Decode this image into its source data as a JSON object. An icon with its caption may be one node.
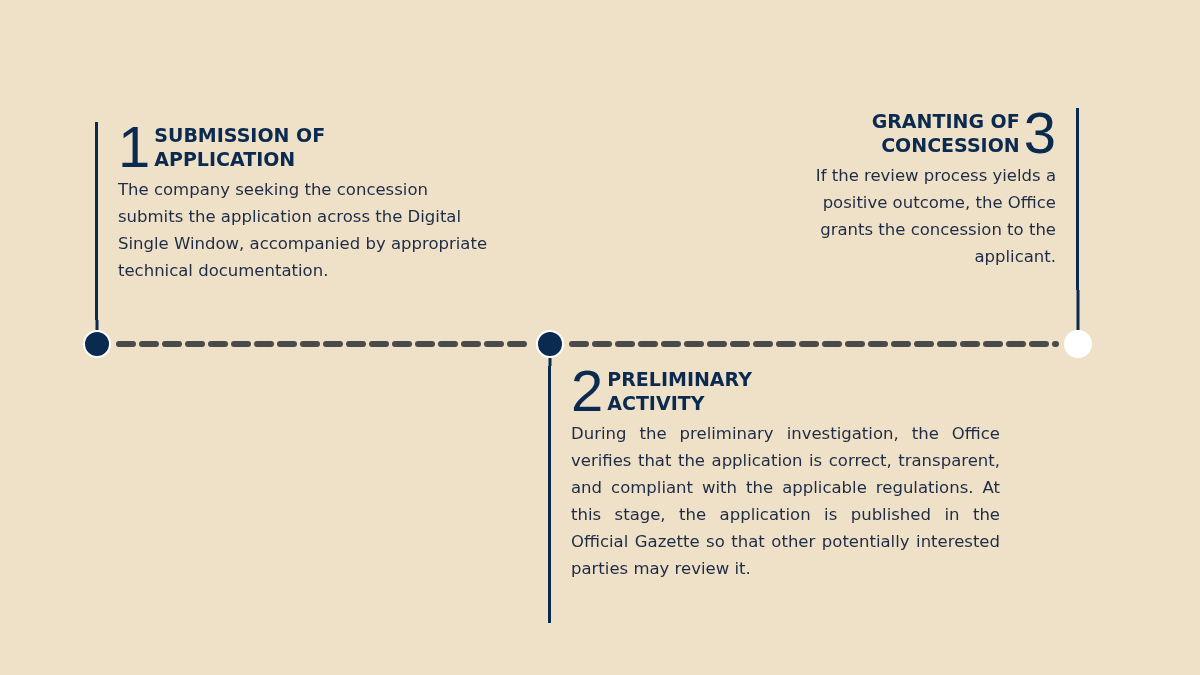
{
  "diagram": {
    "nodes": [
      {
        "text": [
          "1",
          "SUBMISSION OF APPLICATION",
          "The company seeking the concession submits the application across the Digital Single Window, accompanied by appropriate technical documentation."
        ]
      },
      {
        "text": [
          "GRANTING OF CONCESSION",
          "3",
          "If the review process yields a positive outcome, the Office grants the concession to the applicant."
        ]
      },
      {
        "text": [],
        "shape": "circle"
      },
      {
        "text": [],
        "shape": "circle"
      },
      {
        "text": [],
        "shape": "circle"
      },
      {
        "text": [
          "2",
          "PRELIMINARY ACTIVITY",
          "During the preliminary investigation, the Office verifies that the application is correct, transparent, and compliant with the applicable regulations. At this stage, the application is published in the Official Gazette so that other potentially interested parties may review it."
        ]
      }
    ],
    "edges": [
      {
        "from": 2,
        "to": 3,
        "arrow": "none",
        "style": "dashed",
        "color": "#4a4a4a"
      },
      {
        "from": 3,
        "to": 4,
        "arrow": "none",
        "style": "dashed",
        "color": "#4a4a4a"
      },
      {
        "from": 2,
        "to": 0,
        "arrow": "none"
      },
      {
        "from": 3,
        "to": 5,
        "arrow": "none"
      },
      {
        "from": 4,
        "to": 1,
        "arrow": "none"
      }
    ]
  }
}
